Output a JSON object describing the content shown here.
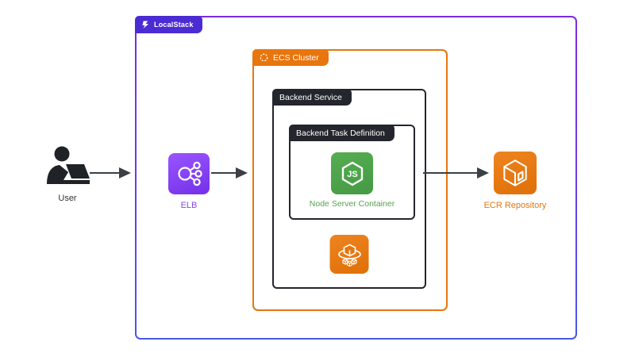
{
  "diagram": {
    "title_tab": "LocalStack",
    "containers": {
      "ecs_cluster": {
        "label": "ECS Cluster"
      },
      "backend_service": {
        "label": "Backend Service"
      },
      "task_definition": {
        "label": "Backend Task Definition"
      }
    },
    "nodes": {
      "user": {
        "label": "User",
        "icon": "person-at-laptop-icon"
      },
      "elb": {
        "label": "ELB",
        "icon": "load-balancer-icon"
      },
      "node_container": {
        "label": "Node Server Container",
        "icon": "nodejs-hexagon-icon"
      },
      "ecs_service": {
        "label": "",
        "icon": "ecs-service-cubes-icon"
      },
      "ecr": {
        "label": "ECR Repository",
        "icon": "ecr-cube-icon"
      }
    },
    "arrows": [
      {
        "from": "user",
        "to": "localstack-boundary"
      },
      {
        "from": "elb",
        "to": "ecs-cluster-boundary"
      },
      {
        "from": "backend-service",
        "to": "ecr"
      }
    ],
    "colors": {
      "outer_border_top": "#7a2be2",
      "outer_border_bottom": "#4558e8",
      "localstack_tab_bg": "#4b2bd3",
      "orange": "#e8750d",
      "dark": "#23262c",
      "node_green": "#4ca54c",
      "node_label_green": "#55a14d",
      "elb_purple": "#8247f5",
      "arrow": "#3b4046",
      "background": "#ffffff"
    }
  }
}
